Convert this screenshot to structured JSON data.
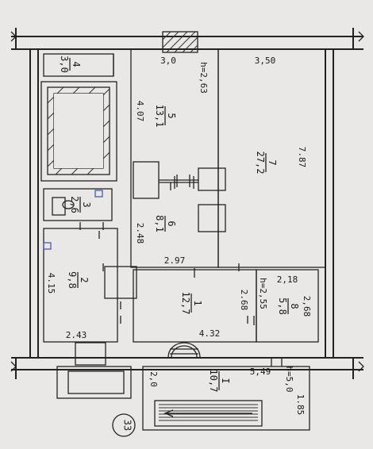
{
  "plan": {
    "sheet_number": "33",
    "rooms": [
      {
        "id": "room-1",
        "number": "1",
        "area": "12,7"
      },
      {
        "id": "room-2",
        "number": "2",
        "area": "9,8"
      },
      {
        "id": "room-3",
        "number": "3",
        "area": "2,6"
      },
      {
        "id": "room-4",
        "number": "4",
        "area": "3,0"
      },
      {
        "id": "room-5",
        "number": "5",
        "area": "13,1"
      },
      {
        "id": "room-6",
        "number": "6",
        "area": "8,1"
      },
      {
        "id": "room-7",
        "number": "7",
        "area": "27,2"
      },
      {
        "id": "room-8",
        "number": "8",
        "area": "5,8"
      },
      {
        "id": "room-stair",
        "number": "I",
        "area": "10,7"
      }
    ],
    "dimensions": {
      "d_3_0": "3,0",
      "d_h_2_63": "h=2,63",
      "d_3_50": "3,50",
      "d_4_07": "4.07",
      "d_7_87": "7.87",
      "d_2_48": "2.48",
      "d_2_97": "2.97",
      "d_4_15": "4.15",
      "d_2_43": "2.43",
      "d_2_68a": "2.68",
      "d_h_2_55": "h=2,55",
      "d_2_18": "2,18",
      "d_2_68b": "2,68",
      "d_4_32": "4.32",
      "d_2_0": "2,0",
      "d_5_49": "5,49",
      "d_h_5_0": "h=5,0",
      "d_1_85": "1.85"
    }
  }
}
